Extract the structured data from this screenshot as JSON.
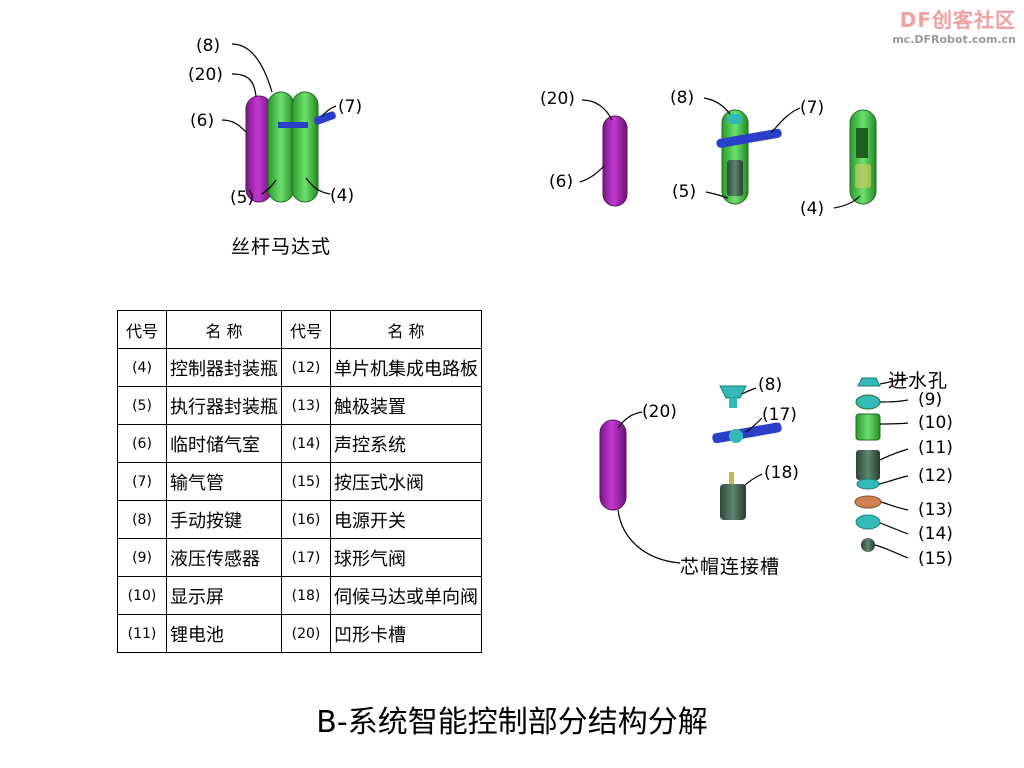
{
  "watermark": {
    "logo": "DF创客社区",
    "url": "mc.DFRobot.com.cn"
  },
  "captions": {
    "screw_motor": "丝杆马达式",
    "core_cap_slot": "芯帽连接槽",
    "inlet": "进水孔"
  },
  "labels": {
    "a8": "(8)",
    "a20": "(20)",
    "a6": "(6)",
    "a7": "(7)",
    "a5": "(5)",
    "a4": "(4)",
    "b20": "(20)",
    "b6": "(6)",
    "b8": "(8)",
    "b7": "(7)",
    "b5": "(5)",
    "b4": "(4)",
    "c20": "(20)",
    "c8": "(8)",
    "c17": "(17)",
    "c18": "(18)",
    "d9": "(9)",
    "d10": "(10)",
    "d11": "(11)",
    "d12": "(12)",
    "d13": "(13)",
    "d14": "(14)",
    "d15": "(15)"
  },
  "legend": {
    "headers": [
      "代号",
      "名 称",
      "代号",
      "名 称"
    ],
    "rows": [
      [
        "(4)",
        "控制器封装瓶",
        "(12)",
        "单片机集成电路板"
      ],
      [
        "(5)",
        "执行器封装瓶",
        "(13)",
        "触极装置"
      ],
      [
        "(6)",
        "临时储气室",
        "(14)",
        "声控系统"
      ],
      [
        "(7)",
        "输气管",
        "(15)",
        "按压式水阀"
      ],
      [
        "(8)",
        "手动按键",
        "(16)",
        "电源开关"
      ],
      [
        "(9)",
        "液压传感器",
        "(17)",
        "球形气阀"
      ],
      [
        "(10)",
        "显示屏",
        "(18)",
        "伺候马达或单向阀"
      ],
      [
        "(11)",
        "锂电池",
        "(20)",
        "凹形卡槽"
      ]
    ]
  },
  "footer": "B-系统智能控制部分结构分解",
  "colors": {
    "purple": "#9b1fa8",
    "green": "#3fc43f",
    "blue": "#2a3fc8",
    "teal": "#34b9b9",
    "dark": "#3a5a48"
  }
}
